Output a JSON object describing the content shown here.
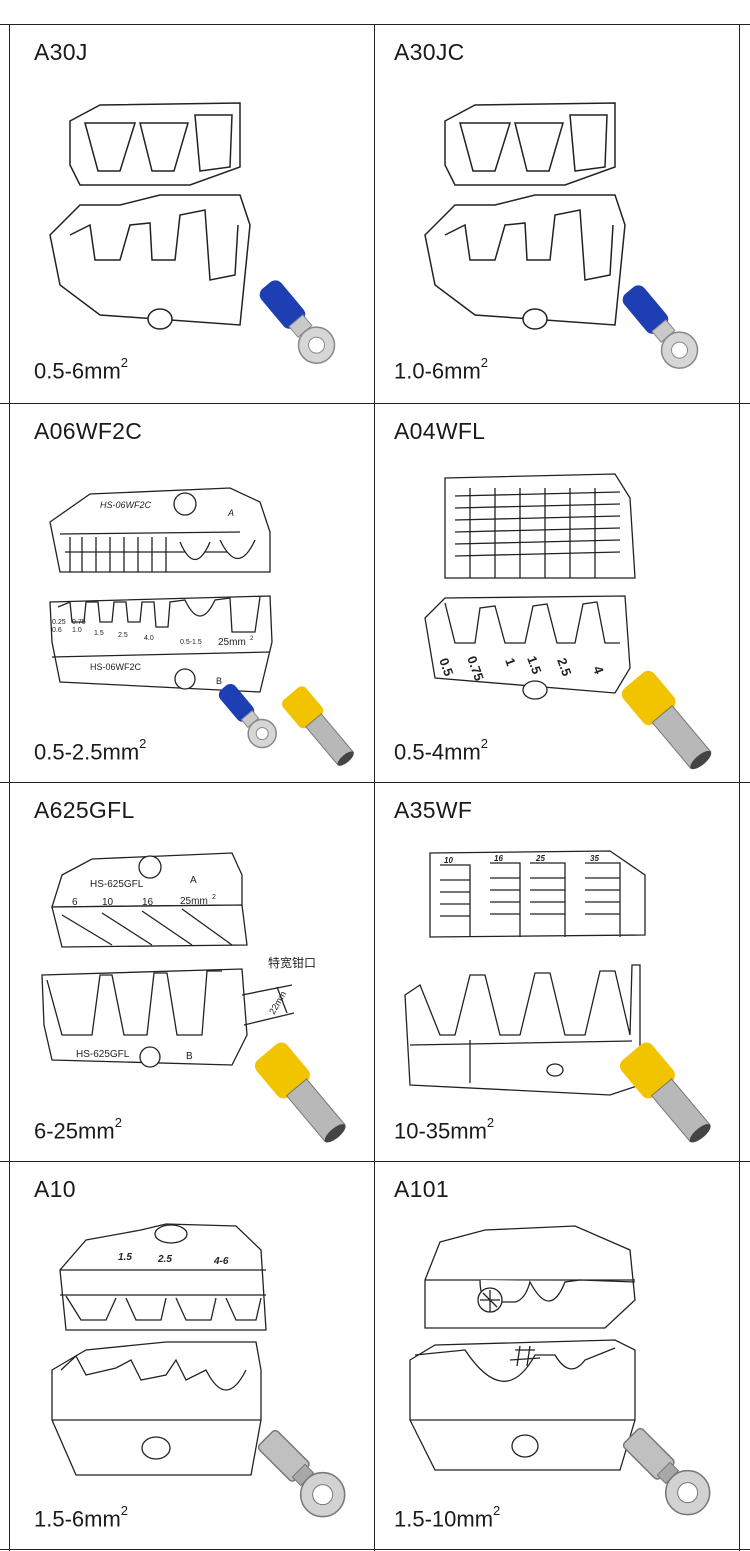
{
  "cells": [
    {
      "code": "A30J",
      "range": "0.5-6mm",
      "sup": "2",
      "die_type": "insulated-terminal-die",
      "terminals": [
        "blue-ring-terminal"
      ]
    },
    {
      "code": "A30JC",
      "range": "1.0-6mm",
      "sup": "2",
      "die_type": "insulated-terminal-die",
      "terminals": [
        "blue-ring-terminal"
      ]
    },
    {
      "code": "A06WF2C",
      "range": "0.5-2.5mm",
      "sup": "2",
      "die_type": "ferrule-die-two-row",
      "die_labels": {
        "top_model": "HS-06WF2C",
        "top_letter": "A",
        "sizes_row1": [
          "0.25",
          "0.75"
        ],
        "sizes_row2": [
          "0.6",
          "1.0",
          "1.5",
          "2.5",
          "4.0",
          "0.5-1.5"
        ],
        "size_big": "25mm",
        "size_big_sup": "2",
        "bottom_model": "HS-06WF2C",
        "bottom_letter": "B"
      },
      "terminals": [
        "blue-ring-terminal",
        "yellow-ferrule"
      ]
    },
    {
      "code": "A04WFL",
      "range": "0.5-4mm",
      "sup": "2",
      "die_type": "ferrule-die-long",
      "die_labels": {
        "sizes": [
          "0.5",
          "0.75",
          "1",
          "1.5",
          "2.5",
          "4"
        ]
      },
      "terminals": [
        "yellow-ferrule"
      ]
    },
    {
      "code": "A625GFL",
      "range": "6-25mm",
      "sup": "2",
      "die_type": "ferrule-die-wide",
      "die_labels": {
        "top_model": "HS-625GFL",
        "top_letter": "A",
        "sizes": [
          "6",
          "10",
          "16",
          "25mm"
        ],
        "size_sup": "2",
        "callout": "特宽钳口",
        "width": "22mm",
        "bottom_model": "HS-625GFL",
        "bottom_letter": "B"
      },
      "terminals": [
        "yellow-ferrule"
      ]
    },
    {
      "code": "A35WF",
      "range": "10-35mm",
      "sup": "2",
      "die_type": "ferrule-die-large",
      "die_labels": {
        "sizes": [
          "10",
          "16",
          "25",
          "35"
        ]
      },
      "terminals": [
        "yellow-ferrule"
      ]
    },
    {
      "code": "A10",
      "range": "1.5-6mm",
      "sup": "2",
      "die_type": "non-insulated-die",
      "die_labels": {
        "sizes": [
          "1.5",
          "2.5",
          "4-6"
        ]
      },
      "terminals": [
        "bare-ring-terminal"
      ]
    },
    {
      "code": "A101",
      "range": "1.5-10mm",
      "sup": "2",
      "die_type": "non-insulated-die-single",
      "terminals": [
        "bare-ring-terminal"
      ]
    }
  ],
  "colors": {
    "border": "#222222",
    "blue": "#1d3fb3",
    "yellow": "#f2c400",
    "metal": "#b8b8b8"
  }
}
